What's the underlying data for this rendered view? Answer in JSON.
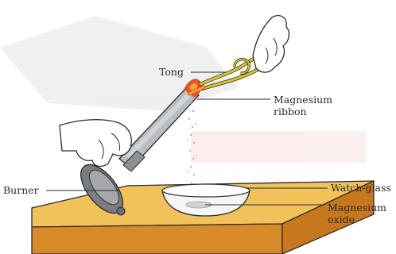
{
  "labels": {
    "tong": "Tong",
    "magnesium_ribbon": [
      "Magnesium",
      "ribbon"
    ],
    "burner": "Burner",
    "watch_glass": "Watch-glass",
    "magnesium_oxide": [
      "Magnesium",
      "oxide"
    ]
  },
  "colors": {
    "table_top": "#f1c25a",
    "table_front": "#d88a28",
    "tong": "#d9c72a",
    "flame": "#e8551f",
    "burner_metal": "#b9bcc0",
    "skin": "#ffffff",
    "line": "#2b2b2b"
  }
}
